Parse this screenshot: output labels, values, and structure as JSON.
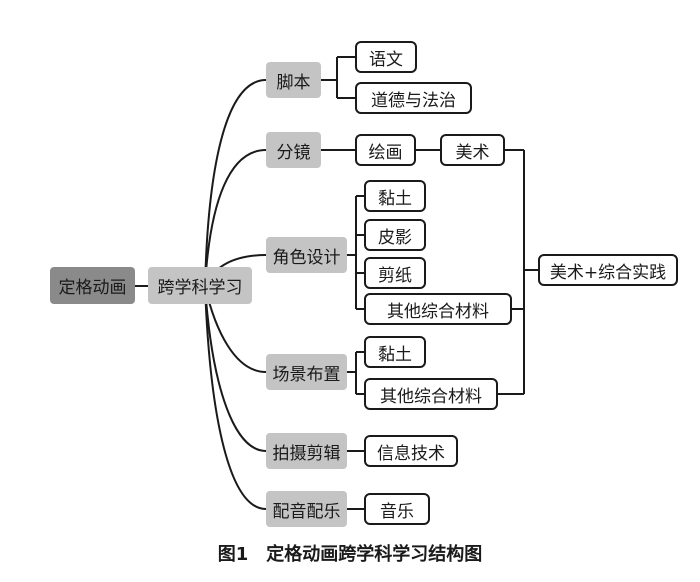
{
  "root": "定格动画",
  "hub": "跨学科学习",
  "categories": {
    "script": "脚本",
    "storyboard": "分镜",
    "character": "角色设计",
    "scene": "场景布置",
    "shooting": "拍摄剪辑",
    "dubbing": "配音配乐"
  },
  "subjects": {
    "chinese": "语文",
    "morality_law": "道德与法治",
    "painting": "绘画",
    "fine_arts": "美术",
    "clay_1": "黏土",
    "shadow_puppet": "皮影",
    "paper_cut": "剪纸",
    "other_materials_1": "其他综合材料",
    "clay_2": "黏土",
    "other_materials_2": "其他综合材料",
    "info_tech": "信息技术",
    "music": "音乐",
    "arts_practice": "美术+综合实践"
  },
  "caption": "图1　定格动画跨学科学习结构图"
}
